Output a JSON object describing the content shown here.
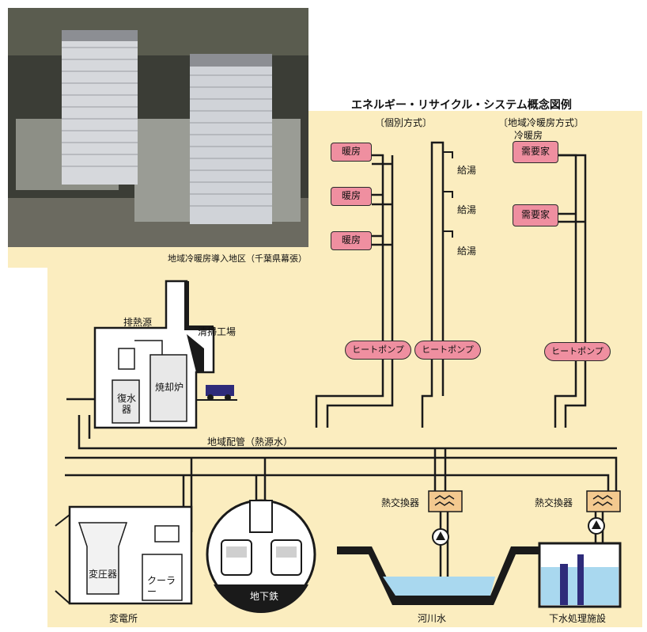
{
  "title": "エネルギー・リサイクル・システム概念図例",
  "photo_caption": "地域冷暖房導入地区（千葉県幕張）",
  "individual": {
    "heading": "〔個別方式〕",
    "heaters": [
      "暖房",
      "暖房",
      "暖房"
    ],
    "hot_water": [
      "給湯",
      "給湯",
      "給湯"
    ],
    "heat_pumps": [
      "ヒートポンプ",
      "ヒートポンプ"
    ]
  },
  "district": {
    "heading": "〔地域冷暖房方式〕",
    "sub": "冷暖房",
    "consumers": [
      "需要家",
      "需要家"
    ],
    "heat_pump": "ヒートポンプ"
  },
  "sources": {
    "exhaust": "排熱源",
    "cleaning_plant": "清掃工場",
    "incinerator": "焼却炉",
    "condenser": "復水器"
  },
  "pipe_label": "地域配管（熱源水）",
  "heat_exchanger": "熱交換器",
  "substation": {
    "transformer": "変圧器",
    "cooler": "クーラー",
    "caption": "変電所"
  },
  "subway": "地下鉄",
  "river": "河川水",
  "sewage": "下水処理施設",
  "colors": {
    "background": "#fbedbf",
    "box": "#ef8fa0",
    "water": "#a9d8ef",
    "hx": "#f3c98f",
    "pipe": "#1a1a1a"
  }
}
